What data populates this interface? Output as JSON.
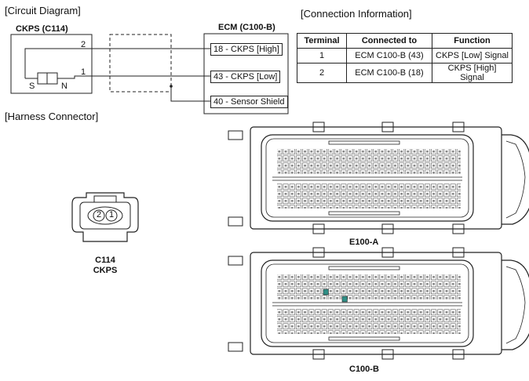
{
  "sections": {
    "circuit_diagram": "[Circuit Diagram]",
    "connection_information": "[Connection Information]",
    "harness_connector": "[Harness Connector]"
  },
  "circuit": {
    "sensor_title": "CKPS (C114)",
    "ecm_title": "ECM (C100-B)",
    "sensor_pin_top": "2",
    "sensor_pin_bottom": "1",
    "pole_s": "S",
    "pole_n": "N",
    "ecm_pins": [
      "18 - CKPS [High]",
      "43 - CKPS [Low]",
      "40 - Sensor Shield"
    ]
  },
  "table": {
    "headers": [
      "Terminal",
      "Connected to",
      "Function"
    ],
    "rows": [
      [
        "1",
        "ECM C100-B (43)",
        "CKPS [Low] Signal"
      ],
      [
        "2",
        "ECM C100-B (18)",
        "CKPS [High] Signal"
      ]
    ]
  },
  "connectors": {
    "sensor_pin_left": "2",
    "sensor_pin_right": "1",
    "sensor_label_line1": "C114",
    "sensor_label_line2": "CKPS",
    "ecm_a_label": "E100-A",
    "ecm_b_label": "C100-B"
  },
  "colors": {
    "line": "#222222",
    "highlight_pin": "#2f8f86"
  }
}
